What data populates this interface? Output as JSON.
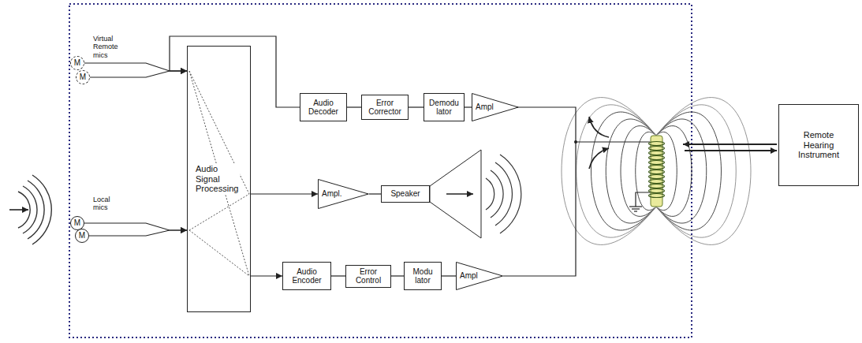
{
  "diagram": {
    "nodes": [
      {
        "text": [
          "M"
        ]
      },
      {
        "text": [
          "M"
        ]
      },
      {
        "text": [
          "Audio Decoder"
        ]
      },
      {
        "text": [
          "Error Corrector"
        ]
      },
      {
        "text": [
          "Demodu lator"
        ]
      },
      {
        "text": [
          "Ampl"
        ]
      },
      {
        "text": [
          "Audio Signal Processing"
        ]
      },
      {
        "text": [
          "Ampl."
        ]
      },
      {
        "text": [
          "Speaker"
        ]
      },
      {
        "text": [
          "M"
        ]
      },
      {
        "text": [
          "M"
        ]
      },
      {
        "text": [
          "Audio Encoder"
        ]
      },
      {
        "text": [
          "Error Control"
        ]
      },
      {
        "text": [
          "Modu lator"
        ]
      },
      {
        "text": [
          "Ampl"
        ]
      },
      {
        "text": [
          "Remote Hearing Instrument"
        ]
      }
    ],
    "edges": [
      {
        "from": 0,
        "to": 6,
        "arrow": "to"
      },
      {
        "from": 1,
        "to": 6,
        "arrow": "to"
      },
      {
        "from": 2,
        "to": 6,
        "arrow": "to"
      },
      {
        "from": 3,
        "to": 2,
        "arrow": "none"
      },
      {
        "from": 4,
        "to": 3,
        "arrow": "none"
      },
      {
        "from": 5,
        "to": 4,
        "arrow": "none"
      },
      {
        "from": 6,
        "to": 7,
        "arrow": "to"
      },
      {
        "from": 7,
        "to": 8,
        "arrow": "none"
      },
      {
        "from": 9,
        "to": 6,
        "arrow": "to"
      },
      {
        "from": 10,
        "to": 6,
        "arrow": "to"
      },
      {
        "from": 6,
        "to": 11,
        "arrow": "to"
      },
      {
        "from": 11,
        "to": 12,
        "arrow": "none"
      },
      {
        "from": 12,
        "to": 13,
        "arrow": "none"
      },
      {
        "from": 13,
        "to": 14,
        "arrow": "none"
      }
    ],
    "labels": [
      "Virtual Remote mics",
      "Local mics"
    ]
  }
}
